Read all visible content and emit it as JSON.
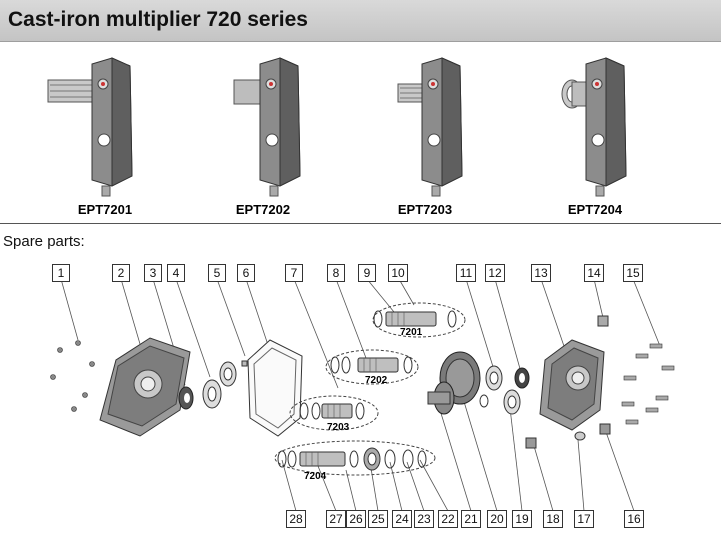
{
  "header": {
    "title": "Cast-iron multiplier 720 series"
  },
  "products": [
    {
      "code": "EPT7201",
      "shaft": "splined"
    },
    {
      "code": "EPT7202",
      "shaft": "plain"
    },
    {
      "code": "EPT7203",
      "shaft": "splined"
    },
    {
      "code": "EPT7204",
      "shaft": "coupling"
    }
  ],
  "spare_parts": {
    "title": "Spare parts:",
    "top_callouts": [
      "1",
      "2",
      "3",
      "4",
      "5",
      "6",
      "7",
      "8",
      "9",
      "10",
      "11",
      "12",
      "13",
      "14",
      "15"
    ],
    "bottom_callouts": [
      "28",
      "27",
      "26",
      "25",
      "24",
      "23",
      "22",
      "21",
      "20",
      "19",
      "18",
      "17",
      "16"
    ],
    "shaft_labels": [
      "7201",
      "7202",
      "7203",
      "7204"
    ]
  }
}
